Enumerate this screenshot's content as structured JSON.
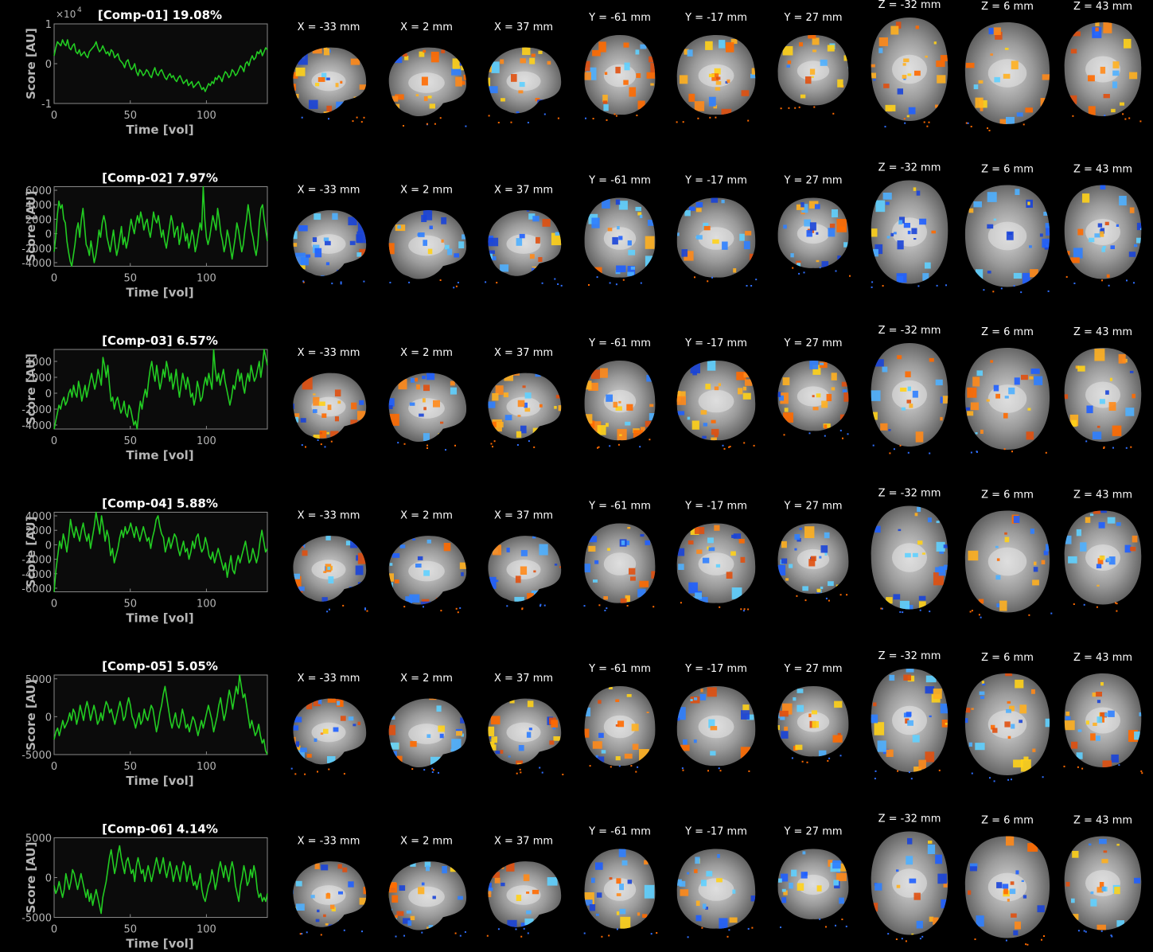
{
  "chart_data": [
    {
      "type": "line",
      "title": "[Comp-01] 19.08%",
      "xlabel": "Time [vol]",
      "ylabel": "Score [AU]",
      "multiplier_label": "×10",
      "multiplier_exp": "4",
      "xlim": [
        0,
        140
      ],
      "ylim": [
        -1,
        1
      ],
      "xticks": [
        0,
        50,
        100
      ],
      "yticks": [
        -1,
        0,
        1
      ],
      "line_color": "#22cc22",
      "y": [
        0.2,
        0.4,
        0.55,
        0.5,
        0.45,
        0.6,
        0.5,
        0.45,
        0.6,
        0.4,
        0.35,
        0.45,
        0.5,
        0.3,
        0.25,
        0.35,
        0.2,
        0.25,
        0.3,
        0.2,
        0.15,
        0.3,
        0.35,
        0.4,
        0.45,
        0.55,
        0.4,
        0.3,
        0.35,
        0.45,
        0.35,
        0.25,
        0.3,
        0.2,
        0.35,
        0.3,
        0.15,
        0.2,
        0.25,
        0.1,
        0.05,
        0.0,
        -0.1,
        0.05,
        0.1,
        -0.05,
        -0.15,
        -0.1,
        0.0,
        -0.2,
        -0.3,
        -0.15,
        -0.2,
        -0.3,
        -0.25,
        -0.15,
        -0.2,
        -0.3,
        -0.35,
        -0.2,
        -0.1,
        -0.25,
        -0.3,
        -0.2,
        -0.15,
        -0.25,
        -0.35,
        -0.4,
        -0.3,
        -0.25,
        -0.35,
        -0.3,
        -0.4,
        -0.45,
        -0.35,
        -0.3,
        -0.4,
        -0.5,
        -0.45,
        -0.4,
        -0.55,
        -0.5,
        -0.45,
        -0.6,
        -0.55,
        -0.5,
        -0.45,
        -0.55,
        -0.65,
        -0.6,
        -0.7,
        -0.6,
        -0.5,
        -0.55,
        -0.45,
        -0.5,
        -0.35,
        -0.4,
        -0.3,
        -0.35,
        -0.45,
        -0.3,
        -0.2,
        -0.25,
        -0.35,
        -0.3,
        -0.15,
        -0.2,
        -0.3,
        -0.25,
        -0.15,
        -0.05,
        -0.1,
        -0.2,
        0.0,
        0.05,
        -0.05,
        0.1,
        0.2,
        0.1,
        0.15,
        0.3,
        0.25,
        0.35,
        0.2,
        0.3,
        0.4,
        0.35
      ]
    },
    {
      "type": "line",
      "title": "[Comp-02] 7.97%",
      "xlabel": "Time [vol]",
      "ylabel": "Score [AU]",
      "xlim": [
        0,
        140
      ],
      "ylim": [
        -4500,
        6500
      ],
      "xticks": [
        0,
        50,
        100
      ],
      "yticks": [
        -4000,
        -2000,
        0,
        2000,
        4000,
        6000
      ],
      "line_color": "#22cc22",
      "y": [
        -2500,
        -500,
        2500,
        4500,
        3500,
        4000,
        2000,
        1500,
        -1000,
        -2500,
        -3800,
        -4500,
        -3000,
        -1500,
        500,
        1500,
        -500,
        2000,
        3500,
        1000,
        -1500,
        -2000,
        -3000,
        -1000,
        -2500,
        -4000,
        -3000,
        -1500,
        500,
        -500,
        1500,
        2500,
        1500,
        -500,
        -1500,
        -2500,
        -1000,
        500,
        -1500,
        -3000,
        -2000,
        -500,
        1000,
        -1500,
        -500,
        -2000,
        -1000,
        500,
        2000,
        1000,
        0,
        1500,
        2500,
        1500,
        3000,
        2000,
        500,
        1500,
        2000,
        500,
        -500,
        1000,
        3000,
        2000,
        1500,
        2500,
        1000,
        -500,
        500,
        -1000,
        -2000,
        -500,
        1000,
        2500,
        1500,
        -500,
        500,
        1000,
        -1500,
        -500,
        1500,
        500,
        -1000,
        0,
        -2000,
        -1000,
        500,
        -500,
        -2500,
        -1500,
        0,
        1500,
        500,
        6500,
        2000,
        -500,
        -1500,
        -500,
        1000,
        2500,
        1500,
        500,
        3500,
        2000,
        0,
        -1000,
        -2500,
        -1500,
        500,
        -500,
        -2000,
        -3500,
        -2000,
        -500,
        1500,
        500,
        -1000,
        -2500,
        -1500,
        500,
        2000,
        4000,
        2500,
        500,
        -500,
        -2000,
        -3000,
        -1500,
        1500,
        3500,
        4000,
        2000,
        500,
        -1000
      ]
    },
    {
      "type": "line",
      "title": "[Comp-03] 6.57%",
      "xlabel": "Time [vol]",
      "ylabel": "Score [AU]",
      "xlim": [
        0,
        140
      ],
      "ylim": [
        -4500,
        5500
      ],
      "xticks": [
        0,
        50,
        100
      ],
      "yticks": [
        -4000,
        -2000,
        0,
        2000,
        4000
      ],
      "line_color": "#22cc22",
      "y": [
        -4500,
        -3500,
        -2500,
        -1500,
        -2000,
        -1000,
        -500,
        -1500,
        -1000,
        0,
        500,
        -500,
        1000,
        0,
        -500,
        1500,
        500,
        -1000,
        0,
        1000,
        -500,
        500,
        1500,
        2500,
        1500,
        500,
        1500,
        3000,
        2000,
        1000,
        4500,
        3500,
        2000,
        3500,
        1000,
        -1000,
        -500,
        -2000,
        -1000,
        -500,
        -1500,
        -2500,
        -2000,
        -1000,
        -2500,
        -3000,
        -1500,
        -2000,
        -3000,
        -4000,
        -3500,
        -4500,
        -2500,
        -1000,
        -2000,
        -500,
        500,
        -500,
        1500,
        3000,
        4000,
        2500,
        1500,
        3500,
        2000,
        500,
        1500,
        3000,
        2000,
        4000,
        3000,
        1500,
        2500,
        500,
        1500,
        3000,
        1000,
        -500,
        1000,
        2500,
        1500,
        500,
        2000,
        1000,
        -500,
        0,
        -1500,
        -500,
        1500,
        500,
        -1000,
        -500,
        1000,
        2000,
        1000,
        2500,
        1500,
        500,
        5500,
        3000,
        1500,
        2500,
        1000,
        2000,
        3000,
        1500,
        500,
        -500,
        -1500,
        -500,
        1000,
        500,
        2000,
        3000,
        1500,
        2500,
        1000,
        0,
        1500,
        2500,
        1500,
        3500,
        2500,
        1500,
        2000,
        3000,
        4000,
        2000,
        3500,
        5500,
        4500,
        3500
      ]
    },
    {
      "type": "line",
      "title": "[Comp-04] 5.88%",
      "xlabel": "Time [vol]",
      "ylabel": "Score [AU]",
      "xlim": [
        0,
        140
      ],
      "ylim": [
        -6500,
        4500
      ],
      "xticks": [
        0,
        50,
        100
      ],
      "yticks": [
        -6000,
        -4000,
        -2000,
        0,
        2000,
        4000
      ],
      "line_color": "#22cc22",
      "y": [
        -6500,
        -3500,
        -1500,
        500,
        -500,
        1500,
        500,
        -1000,
        1000,
        3500,
        2000,
        1000,
        2500,
        1500,
        500,
        2000,
        3000,
        1500,
        500,
        1500,
        -500,
        1000,
        2500,
        4500,
        3000,
        1500,
        4000,
        2500,
        500,
        2000,
        1000,
        -1500,
        -500,
        -2500,
        -1500,
        -500,
        1000,
        2000,
        1000,
        2500,
        1500,
        2000,
        3000,
        2000,
        1000,
        2500,
        1500,
        500,
        1500,
        2500,
        1500,
        500,
        1000,
        -500,
        1000,
        2000,
        3500,
        4000,
        2500,
        1500,
        1000,
        -1000,
        0,
        1000,
        -500,
        500,
        1500,
        1000,
        -500,
        -1500,
        -500,
        500,
        -1000,
        -500,
        -2000,
        -1000,
        500,
        -500,
        1000,
        1500,
        0,
        -1000,
        -500,
        1000,
        0,
        -1500,
        -2000,
        -1000,
        -2500,
        -1500,
        -500,
        -1500,
        -2500,
        -3500,
        -2500,
        -4500,
        -3000,
        -1500,
        -3500,
        -4000,
        -2500,
        -1500,
        -2500,
        -1500,
        -500,
        500,
        -1000,
        -2500,
        -2000,
        -500,
        -1500,
        -2500,
        -1500,
        500,
        2000,
        500,
        -1000,
        -500
      ]
    },
    {
      "type": "line",
      "title": "[Comp-05] 5.05%",
      "xlabel": "Time [vol]",
      "ylabel": "Score [AU]",
      "xlim": [
        0,
        140
      ],
      "ylim": [
        -5000,
        5500
      ],
      "xticks": [
        0,
        50,
        100
      ],
      "yticks": [
        -5000,
        0,
        5000
      ],
      "line_color": "#22cc22",
      "y": [
        -3000,
        -2000,
        -1500,
        -2500,
        -1500,
        -500,
        -1500,
        -1000,
        -500,
        500,
        -500,
        1000,
        500,
        -1000,
        0,
        1500,
        500,
        -500,
        1000,
        2000,
        1000,
        -500,
        500,
        1500,
        500,
        -1000,
        -500,
        500,
        -500,
        1000,
        2000,
        1500,
        500,
        1000,
        0,
        -1000,
        0,
        1000,
        2000,
        1000,
        -500,
        0,
        1500,
        2500,
        1500,
        0,
        -500,
        -1500,
        -500,
        500,
        -1000,
        -500,
        1000,
        0,
        -500,
        500,
        1500,
        1000,
        -500,
        -2000,
        -1000,
        500,
        1500,
        3000,
        4000,
        2500,
        1000,
        -500,
        -1500,
        -500,
        500,
        -1000,
        -1500,
        -500,
        1000,
        0,
        -1500,
        -1000,
        -2000,
        -1000,
        0,
        -500,
        -1500,
        -2500,
        -1500,
        -500,
        -1500,
        -500,
        500,
        1500,
        500,
        -500,
        -2000,
        -1000,
        0,
        1500,
        2500,
        1000,
        -500,
        500,
        2000,
        3500,
        2500,
        1000,
        2500,
        4000,
        3000,
        5500,
        4000,
        2500,
        3000,
        1500,
        0,
        -1500,
        -500,
        -1500,
        -2500,
        -2000,
        -1000,
        -2500,
        -3500,
        -3000,
        -4500,
        -5000
      ]
    },
    {
      "type": "line",
      "title": "[Comp-06] 4.14%",
      "xlabel": "Time [vol]",
      "ylabel": "Score [AU]",
      "xlim": [
        0,
        140
      ],
      "ylim": [
        -5000,
        5000
      ],
      "xticks": [
        0,
        50,
        100
      ],
      "yticks": [
        -5000,
        0,
        5000
      ],
      "line_color": "#22cc22",
      "y": [
        -1000,
        -2000,
        -1500,
        -500,
        -1500,
        -2500,
        -1500,
        500,
        -500,
        -1500,
        -500,
        1000,
        500,
        -500,
        -1500,
        -500,
        500,
        -500,
        -1500,
        -2500,
        -1500,
        -3000,
        -2000,
        -3500,
        -2500,
        -1500,
        -2500,
        -3500,
        -4500,
        -2500,
        -1500,
        -500,
        1000,
        2500,
        3500,
        2000,
        500,
        1500,
        3000,
        4000,
        2500,
        1500,
        500,
        2000,
        2500,
        1500,
        500,
        1000,
        -500,
        1500,
        2500,
        1500,
        500,
        1000,
        -500,
        500,
        1500,
        500,
        -500,
        500,
        1500,
        2500,
        1500,
        500,
        1500,
        2500,
        1000,
        0,
        1000,
        2000,
        1000,
        -500,
        500,
        1500,
        500,
        -500,
        1000,
        2000,
        1500,
        -500,
        500,
        1500,
        0,
        -1000,
        -500,
        -1500,
        -500,
        500,
        -1500,
        -2500,
        -3000,
        -2000,
        -1000,
        -500,
        1000,
        0,
        -1500,
        -500,
        1000,
        2000,
        1000,
        0,
        1500,
        500,
        -500,
        1000,
        2000,
        1000,
        -1000,
        -2000,
        -3000,
        -1000,
        0,
        1500,
        500,
        -1000,
        -500,
        1000,
        0,
        1500,
        500,
        -1500,
        -2500,
        -2000,
        -3000,
        -2500,
        -3000,
        -2000
      ]
    }
  ],
  "slice_labels": [
    "X = -33 mm",
    "X = 2 mm",
    "X = 37 mm",
    "Y = -61 mm",
    "Y = -17 mm",
    "Y = 27 mm",
    "Z = -32 mm",
    "Z = 6 mm",
    "Z = 43 mm"
  ],
  "colors": {
    "background": "#000000",
    "axis": "#9a9a9a",
    "trace": "#22cc22",
    "brain_gray": "#8c8c8c",
    "positive_hot": "#ff7a10",
    "positive_bright": "#ffd21a",
    "negative_cool": "#2f6fff",
    "negative_bright": "#5fd0ff"
  }
}
